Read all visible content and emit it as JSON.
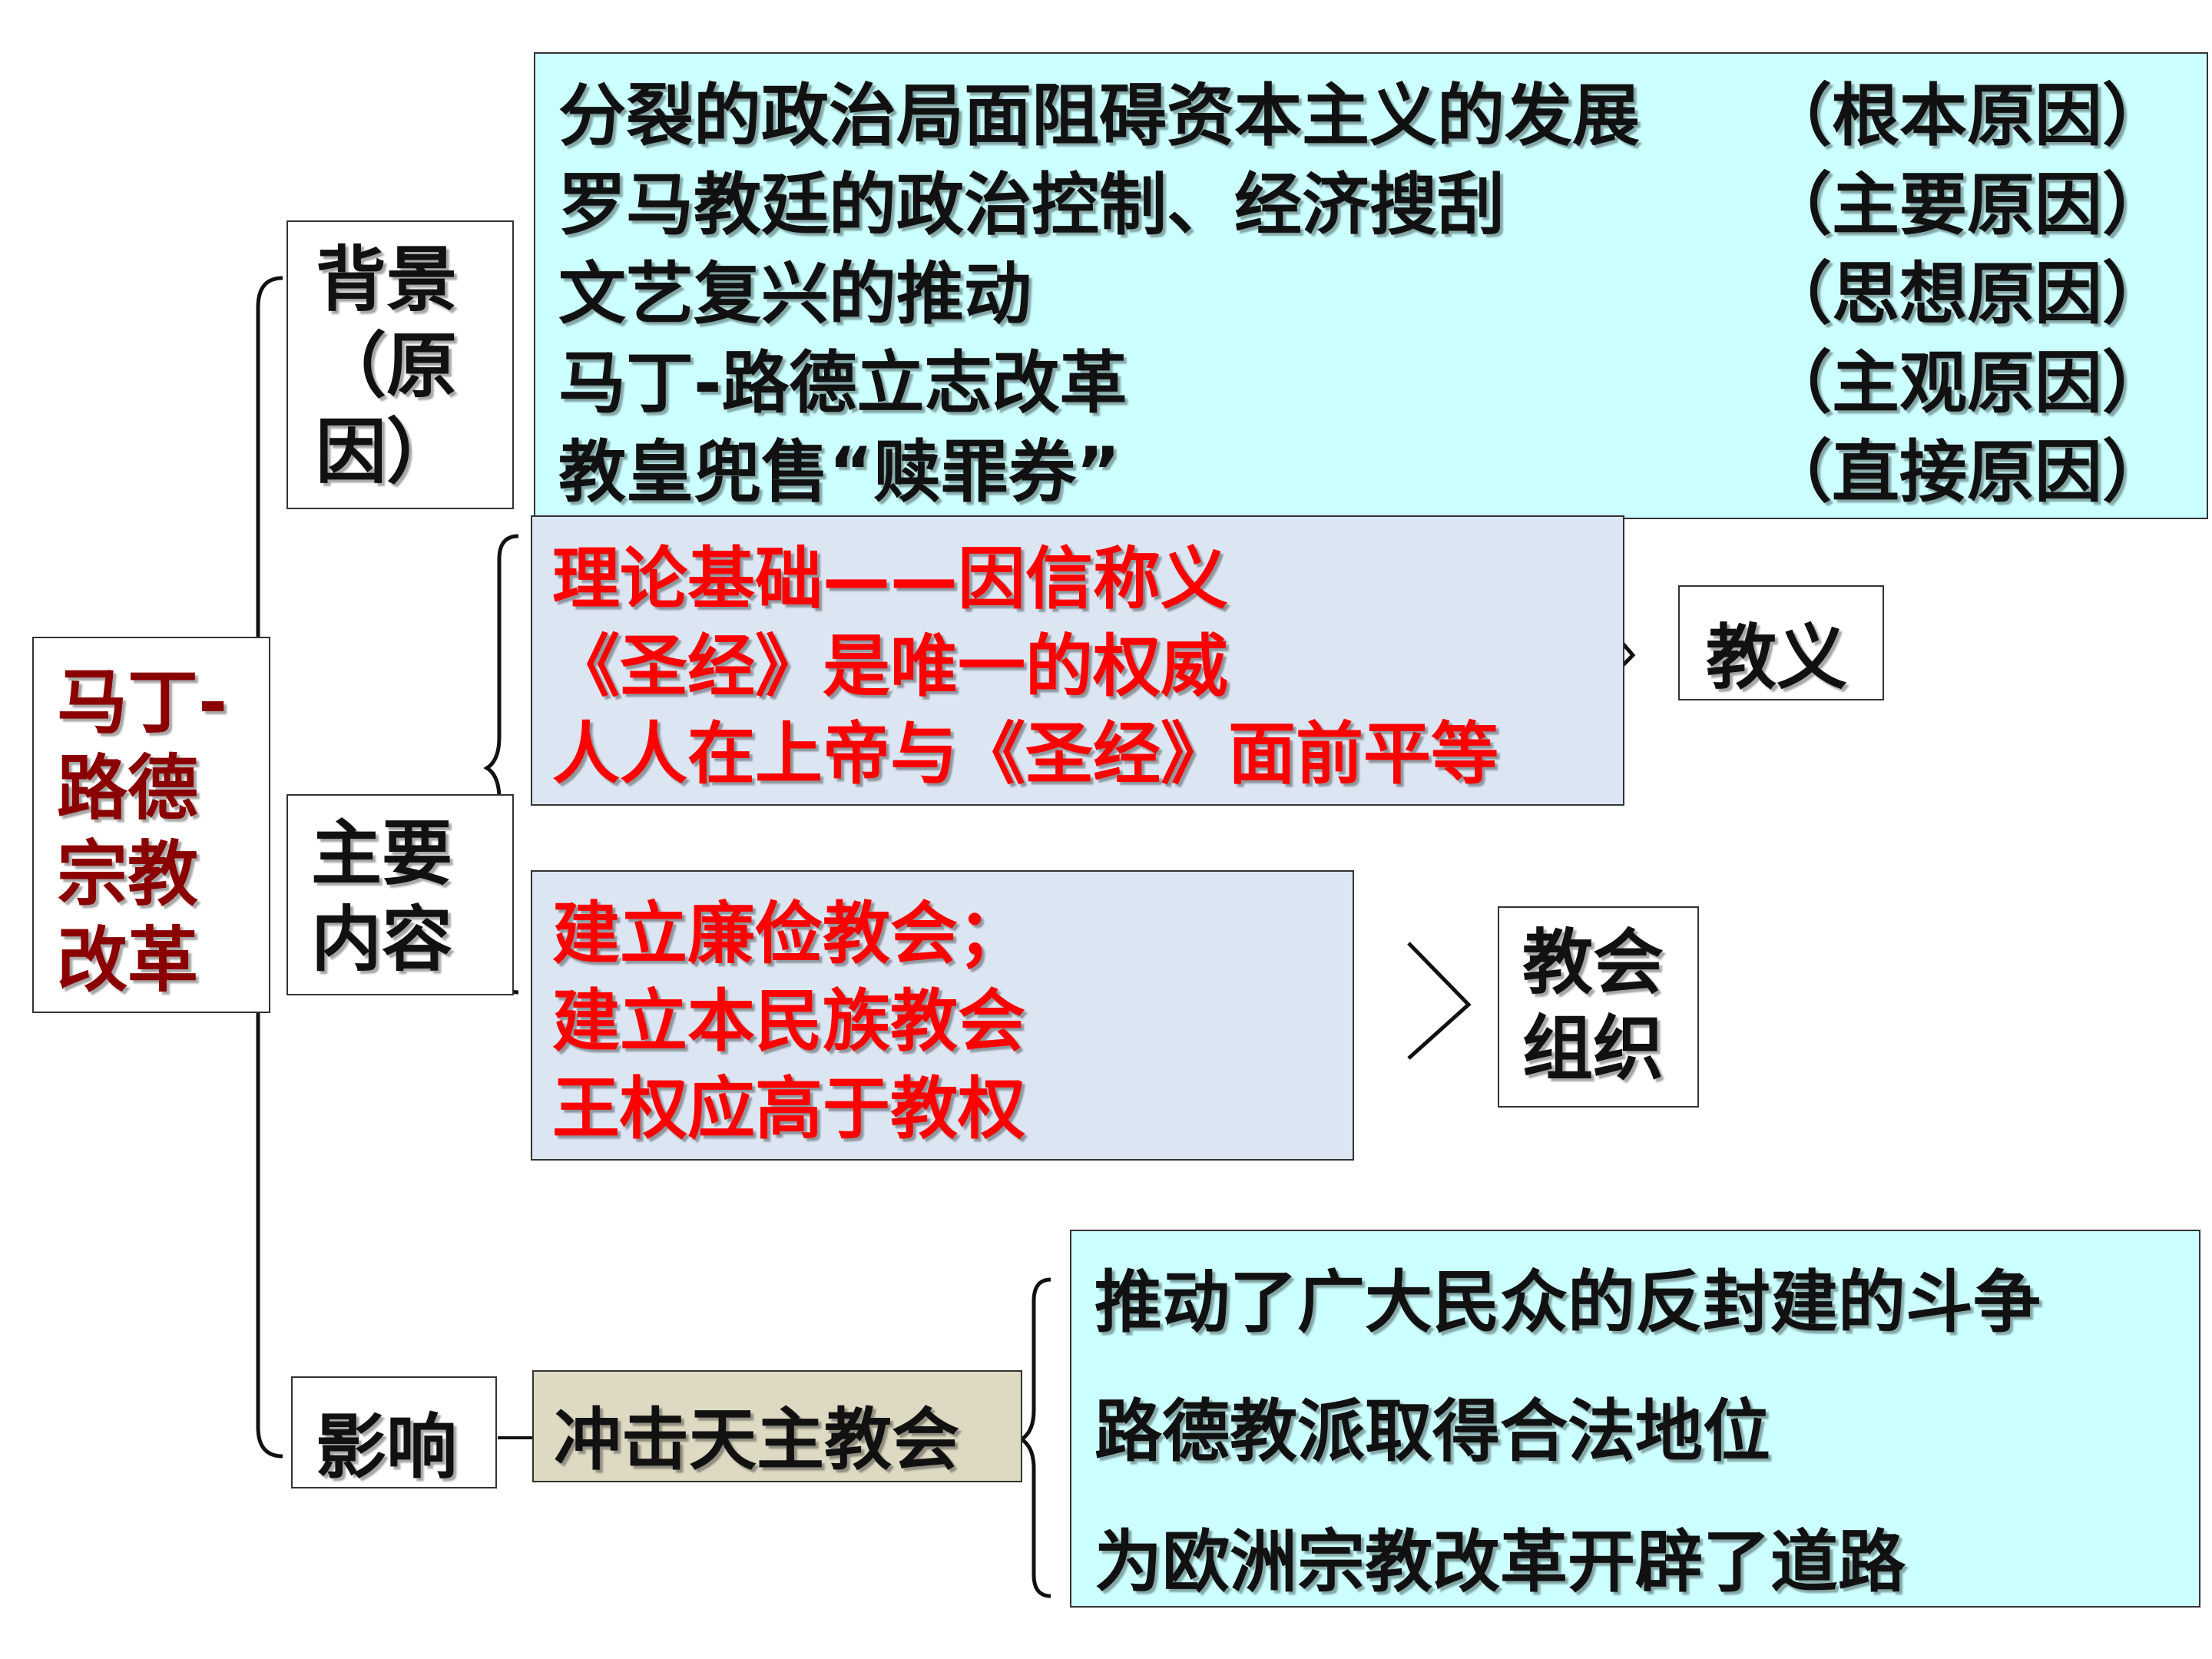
{
  "main_topic": {
    "lines": [
      "马丁-",
      "路德",
      "宗教",
      "改革"
    ],
    "color": "#8b0000"
  },
  "background": {
    "label_lines": [
      "背景",
      "（原",
      "因）"
    ],
    "reasons": [
      {
        "text": "分裂的政治局面阻碍资本主义的发展",
        "tag": "（根本原因）"
      },
      {
        "text": "罗马教廷的政治控制、经济搜刮",
        "tag": "（主要原因）"
      },
      {
        "text": "文艺复兴的推动",
        "tag": "（思想原因）"
      },
      {
        "text": "马丁-路德立志改革",
        "tag": "（主观原因）"
      },
      {
        "text": "教皇兜售“赎罪券”",
        "tag": "（直接原因）"
      }
    ],
    "fill": "#ccffff"
  },
  "content": {
    "label_lines": [
      "主要",
      "内容"
    ],
    "doctrine": {
      "items": [
        "理论基础——因信称义",
        "《圣经》是唯一的权威",
        "人人在上帝与《圣经》面前平等"
      ],
      "summary": "教义"
    },
    "organization": {
      "items": [
        "建立廉俭教会；",
        "建立本民族教会",
        "王权应高于教权"
      ],
      "summary_lines": [
        "教会",
        "组织"
      ]
    },
    "fill": "#dce6f2",
    "text_color": "#ff0000"
  },
  "impact": {
    "label": "影响",
    "middle": "冲击天主教会",
    "middle_fill": "#ddd9c3",
    "items": [
      "推动了广大民众的反封建的斗争",
      "路德教派取得合法地位",
      "为欧洲宗教改革开辟了道路"
    ],
    "fill": "#ccffff"
  }
}
